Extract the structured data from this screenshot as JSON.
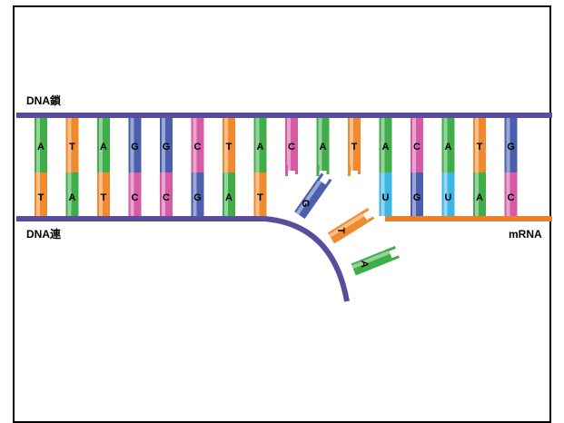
{
  "labels": {
    "dna_top": "DNA鎖",
    "dna_bottom": "DNA連",
    "mrna": "mRNA"
  },
  "colors": {
    "backbone": "#5a4d9b",
    "mrna": "#e8822a",
    "A": "#3fae49",
    "T": "#f08a2c",
    "G": "#4a5fad",
    "C": "#d65aa6",
    "U": "#3cb6e3"
  },
  "top_strand": [
    "A",
    "T",
    "A",
    "G",
    "G",
    "C",
    "T",
    "A",
    "C",
    "A",
    "T",
    "A",
    "C",
    "A",
    "T",
    "G"
  ],
  "bottom_pairs": [
    "T",
    "A",
    "T",
    "C",
    "C",
    "G",
    "A",
    "T",
    "",
    "",
    "",
    "U",
    "G",
    "U",
    "A",
    "C"
  ],
  "released_dna": [
    "G",
    "T",
    "A"
  ],
  "icons": {
    "backbone": "dna-backbone",
    "mrna": "mrna-strand"
  }
}
